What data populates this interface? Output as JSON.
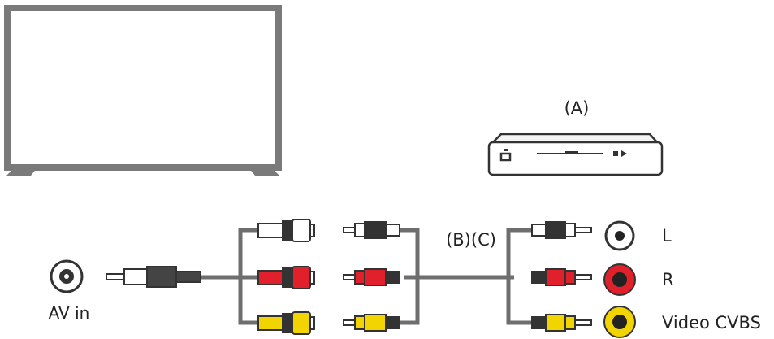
{
  "labels": {
    "device": "(A)",
    "cable": "(B)(C)",
    "av_in": "AV in",
    "jack_l": "L",
    "jack_r": "R",
    "jack_video": "Video CVBS"
  },
  "colors": {
    "white_plug": "#ffffff",
    "red_plug": "#e0202a",
    "yellow_plug": "#f2d400",
    "outline": "#333333",
    "cable": "#6e6e6e",
    "tv_frame": "#7a7a7a",
    "tv_screen": "#ffffff"
  },
  "icons": {
    "tv": "tv-icon",
    "player": "media-player-icon",
    "av_socket": "av-in-socket-icon"
  }
}
